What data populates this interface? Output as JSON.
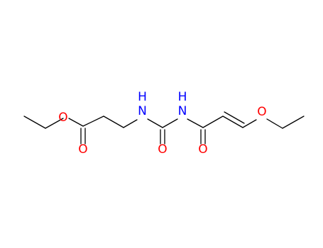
{
  "diagram": {
    "type": "chemical-structure",
    "atom_labels": {
      "o_ester_single": "O",
      "o_ester_carbonyl": "O",
      "nh_left": "NH",
      "nh_right": "NH",
      "o_urea": "O",
      "o_amide": "O",
      "o_ether": "O"
    },
    "colors": {
      "bond": "#000000",
      "oxygen": "#ff0000",
      "nitrogen": "#0000ff",
      "background": "#ffffff"
    }
  }
}
